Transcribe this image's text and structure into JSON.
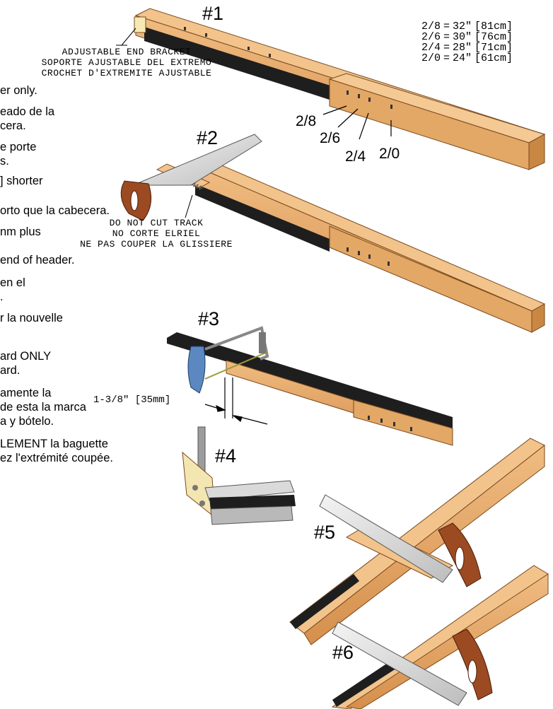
{
  "size_table": [
    {
      "size": "2/8",
      "eq": "=",
      "inches": "32\"",
      "cm": "[81cm]"
    },
    {
      "size": "2/6",
      "eq": "=",
      "inches": "30\"",
      "cm": "[76cm]"
    },
    {
      "size": "2/4",
      "eq": "=",
      "inches": "28\"",
      "cm": "[71cm]"
    },
    {
      "size": "2/0",
      "eq": "=",
      "inches": "24\"",
      "cm": "[61cm]"
    }
  ],
  "steps": [
    "#1",
    "#2",
    "#3",
    "#4",
    "#5",
    "#6"
  ],
  "bracket_callout": [
    "ADJUSTABLE END BRACKET",
    "SOPORTE AJUSTABLE DEL EXTREMO",
    "CROCHET D'EXTREMITE AJUSTABLE"
  ],
  "track_callout": [
    "DO NOT CUT TRACK",
    "NO CORTE ELRIEL",
    "NE PAS COUPER LA GLISSIERE"
  ],
  "size_marks": [
    "2/8",
    "2/6",
    "2/4",
    "2/0"
  ],
  "dimension": "1-3/8\" [35mm]",
  "text_lines": [
    "er only.",
    "eado de la",
    "cera.",
    "e porte",
    "s.",
    "] shorter",
    "orto que la cabecera.",
    "nm plus",
    "end of header.",
    "en el",
    ".",
    "r la nouvelle",
    "ard ONLY",
    "ard.",
    "amente la",
    "de esta la marca",
    "a y bótelo.",
    "LEMENT la baguette",
    "ez l'extrémité coupée."
  ],
  "colors": {
    "wood": "#e0a463",
    "wood_dark": "#b5743a",
    "saw_handle": "#9c4a22",
    "hacksaw_handle": "#5b88c0",
    "track": "#1e1e1e",
    "blade": "#dcdcdc"
  }
}
